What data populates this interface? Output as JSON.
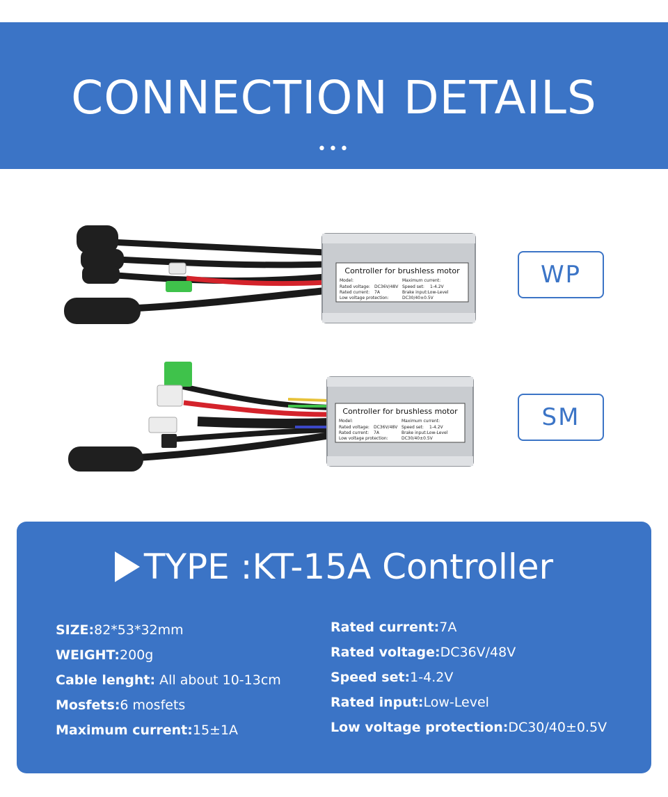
{
  "header": {
    "title": "CONNECTION DETAILS",
    "dots": "•••"
  },
  "variants": [
    {
      "label": "WP",
      "panel_title": "Controller for brushless motor"
    },
    {
      "label": "SM",
      "panel_title": "Controller for brushless motor"
    }
  ],
  "label_plate": {
    "model": "Model:",
    "max_current": "Maximum current:",
    "rated_voltage": "Rated voltage:",
    "rated_voltage_val": "DC36V/48V",
    "speed_set": "Speed set:",
    "speed_set_val": "1-4.2V",
    "rated_current": "Rated current:",
    "rated_current_val": "7A",
    "brake_input": "Brake input:Low-Level",
    "low_voltage": "Low voltage protection:",
    "low_voltage_val": "DC30/40±0.5V"
  },
  "spec": {
    "title": "TYPE :KT-15A Controller",
    "left": [
      {
        "key": "SIZE:",
        "value": "82*53*32mm"
      },
      {
        "key": "WEIGHT:",
        "value": "200g"
      },
      {
        "key": "Cable lenght:",
        "value": " All about 10-13cm"
      },
      {
        "key": "Mosfets:",
        "value": "6 mosfets"
      },
      {
        "key": "Maximum current:",
        "value": "15±1A"
      }
    ],
    "right": [
      {
        "key": "Rated current:",
        "value": "7A"
      },
      {
        "key": "Rated voltage:",
        "value": "DC36V/48V"
      },
      {
        "key": "Speed set:",
        "value": "1-4.2V"
      },
      {
        "key": "Rated input:",
        "value": "Low-Level"
      },
      {
        "key": "Low voltage protection:",
        "value": "DC30/40±0.5V"
      }
    ]
  },
  "colors": {
    "brand_blue": "#3b74c6",
    "white": "#ffffff",
    "aluminium": "#c9ccd0",
    "cable": "#1a1a1a",
    "red_wire": "#d4232b",
    "green_connector": "#3fc24b"
  }
}
